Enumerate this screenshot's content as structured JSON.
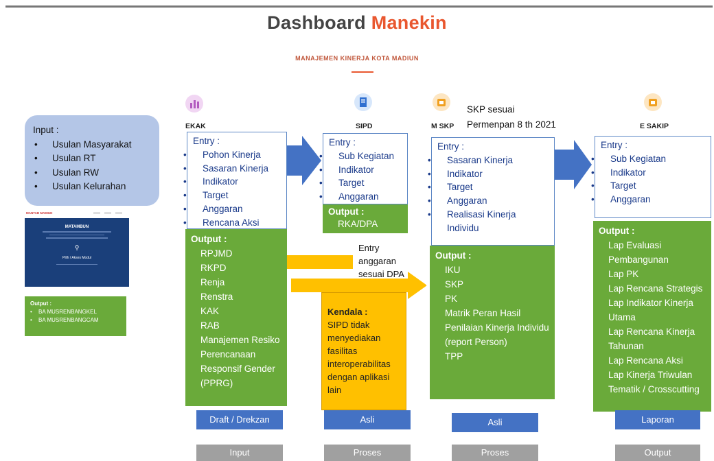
{
  "header": {
    "title_part1": "Dashboard",
    "title_part2": "Manekin",
    "subtitle": "MANAJEMEN KINERJA KOTA MADIUN"
  },
  "input_box": {
    "heading": "Input :",
    "items": [
      "Usulan Masyarakat",
      "Usulan RT",
      "Usulan RW",
      "Usulan Kelurahan"
    ]
  },
  "screenshot_thumb": {
    "brand": "MANTAB MADIUN",
    "heading": "MATAMBUN",
    "center": "Pilih / Akses Modul"
  },
  "small_output": {
    "heading": "Output :",
    "items": [
      "BA MUSRENBANGKEL",
      "BA MUSRENBANGCAM"
    ]
  },
  "columns": {
    "ekak": {
      "label": "EKAK",
      "entry_heading": "Entry :",
      "entry_items": [
        "Pohon Kinerja",
        "Sasaran Kinerja",
        "Indikator",
        "Target",
        "Anggaran",
        "Rencana Aksi"
      ],
      "output_heading": "Output :",
      "output_items": [
        "RPJMD",
        "RKPD",
        "Renja",
        "Renstra",
        "KAK",
        "RAB",
        "Manajemen Resiko",
        "Perencanaan Responsif Gender (PPRG)"
      ],
      "stage_button": "Draft / Drekzan",
      "phase": "Input"
    },
    "sipd": {
      "label": "SIPD",
      "entry_heading": "Entry :",
      "entry_items": [
        "Sub Kegiatan",
        "Indikator",
        "Target",
        "Anggaran"
      ],
      "output_heading": "Output :",
      "output_items": [
        "RKA/DPA"
      ],
      "note": "Entry anggaran sesuai DPA",
      "kendala_heading": "Kendala :",
      "kendala_text": "SIPD tidak menyediakan fasilitas interoperabilitas dengan aplikasi lain",
      "stage_button": "Asli",
      "phase": "Proses"
    },
    "mskp": {
      "label": "M SKP",
      "skp_note_line1": "SKP sesuai",
      "skp_note_line2": "Permenpan 8 th 2021",
      "entry_heading": "Entry :",
      "entry_items": [
        "Sasaran Kinerja",
        "Indikator",
        "Target",
        "Anggaran",
        "Realisasi Kinerja Individu"
      ],
      "output_heading": "Output :",
      "output_items": [
        "IKU",
        "SKP",
        "PK",
        "Matrik Peran Hasil",
        "Penilaian Kinerja Individu (report Person)",
        "TPP"
      ],
      "stage_button": "Asli",
      "phase": "Proses"
    },
    "esakip": {
      "label": "E SAKIP",
      "entry_heading": "Entry :",
      "entry_items": [
        "Sub Kegiatan",
        "Indikator",
        "Target",
        "Anggaran"
      ],
      "output_heading": "Output :",
      "output_items": [
        "Lap Evaluasi Pembangunan",
        "Lap PK",
        "Lap Rencana Strategis",
        "Lap Indikator Kinerja Utama",
        "Lap Rencana Kinerja Tahunan",
        "Lap Rencana Aksi",
        "Lap Kinerja Triwulan",
        "Tematik / Crosscutting"
      ],
      "stage_button": "Laporan",
      "phase": "Output"
    }
  },
  "colors": {
    "accent": "#e9572f",
    "green": "#6aaa3a",
    "blue_arrow": "#4472c4",
    "yellow": "#ffc000",
    "input_bg": "#b4c6e7",
    "gray": "#a0a0a0"
  }
}
